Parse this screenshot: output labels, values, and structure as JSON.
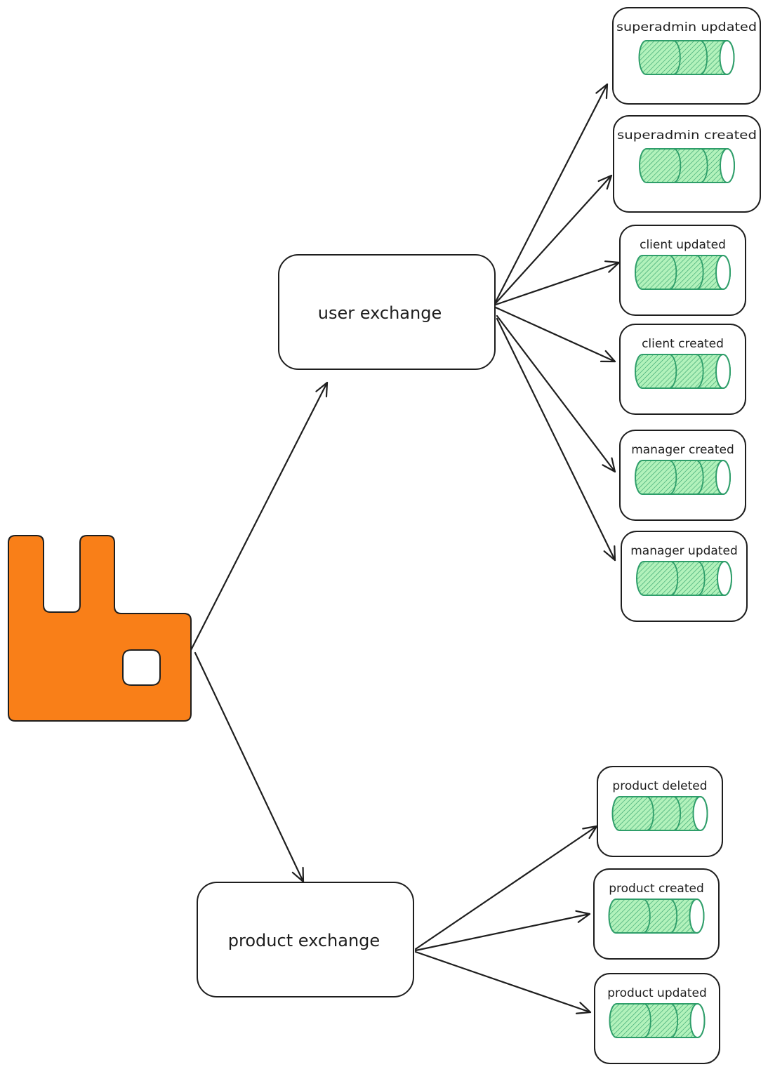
{
  "diagram": {
    "logo": {
      "icon": "rabbitmq-icon",
      "color": "#f97f18"
    },
    "exchanges": [
      {
        "id": "user",
        "label": "user exchange",
        "queues": [
          "superadmin updated",
          "superadmin created",
          "client updated",
          "client created",
          "manager created",
          "manager updated"
        ]
      },
      {
        "id": "product",
        "label": "product exchange",
        "queues": [
          "product deleted",
          "product created",
          "product updated"
        ]
      }
    ],
    "colors": {
      "stroke": "#1e1e1e",
      "queue_stroke": "#2f9e6a",
      "queue_fill": "#b2f2bb",
      "logo": "#f97f18"
    }
  }
}
